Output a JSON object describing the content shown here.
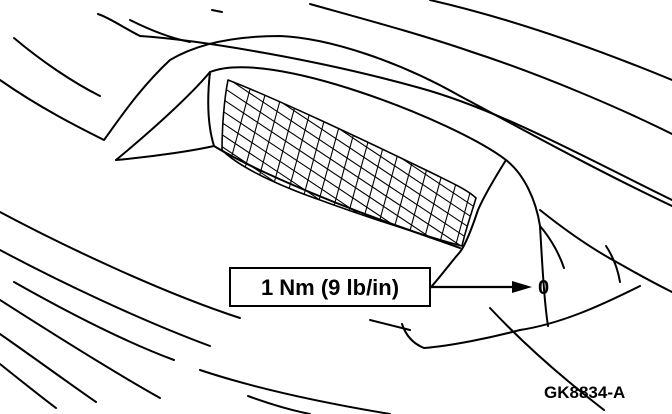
{
  "torque_label": "1 Nm (9 lb/in)",
  "callout_number": "0",
  "figure_code": "GK8834-A"
}
